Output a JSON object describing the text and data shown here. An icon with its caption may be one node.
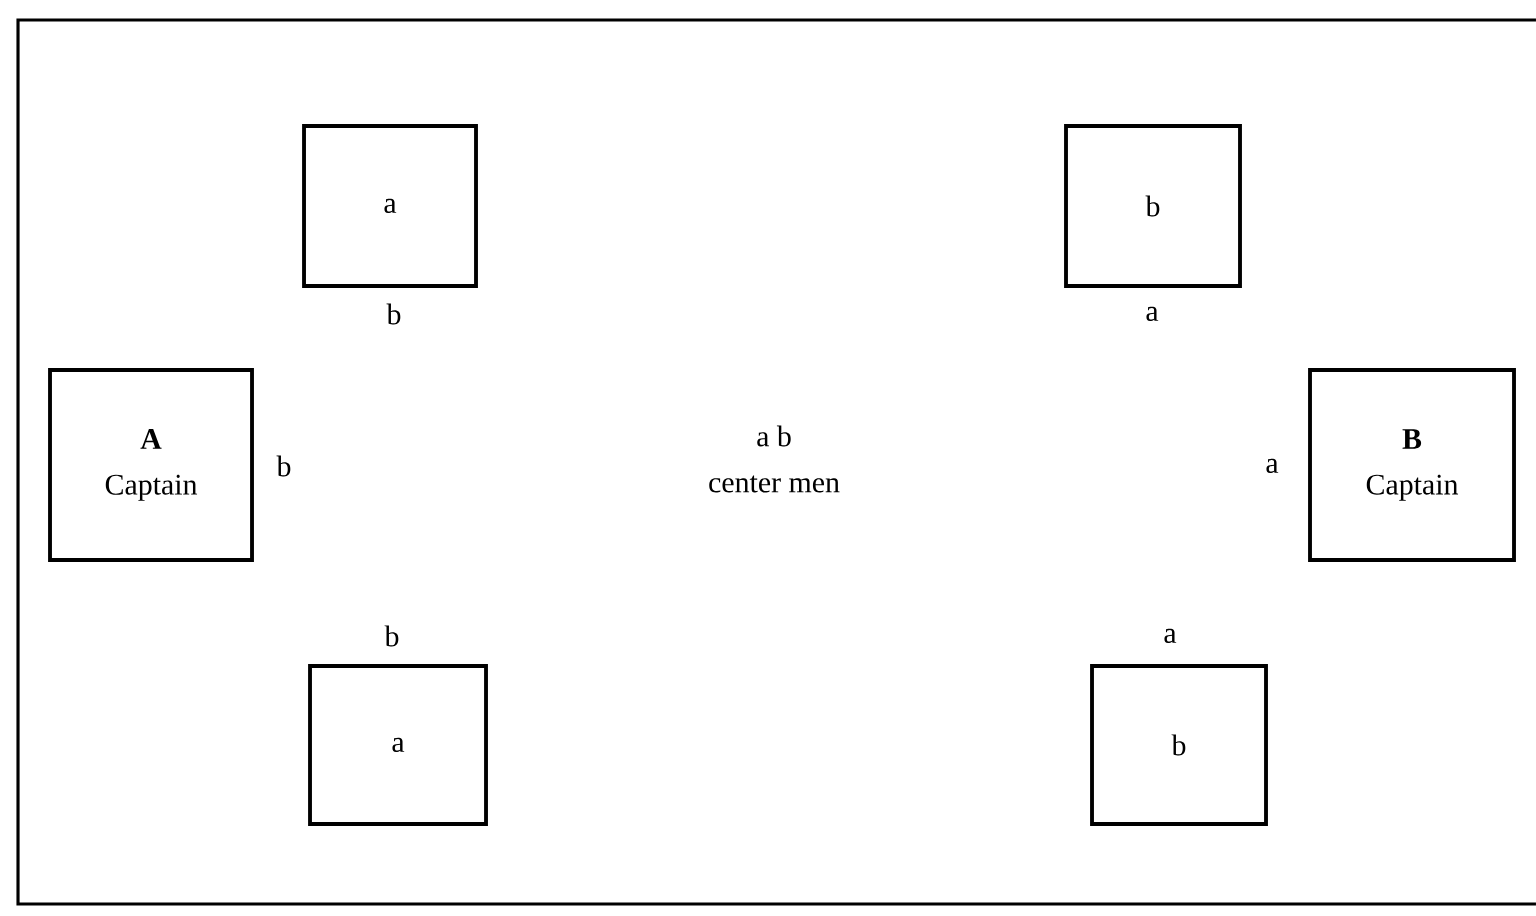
{
  "diagram": {
    "nodes": [
      {
        "text": [
          "a"
        ],
        "beside": [
          "b"
        ]
      },
      {
        "text": [
          "b"
        ],
        "beside": [
          "a"
        ]
      },
      {
        "text": [
          "A",
          "Captain"
        ],
        "beside": [
          "b"
        ]
      },
      {
        "text": [
          "B",
          "Captain"
        ],
        "beside": [
          "a"
        ]
      },
      {
        "text": [
          "a"
        ],
        "beside": [
          "b"
        ]
      },
      {
        "text": [
          "b"
        ],
        "beside": [
          "a"
        ]
      }
    ],
    "labels": [
      "a b",
      "center men"
    ]
  }
}
